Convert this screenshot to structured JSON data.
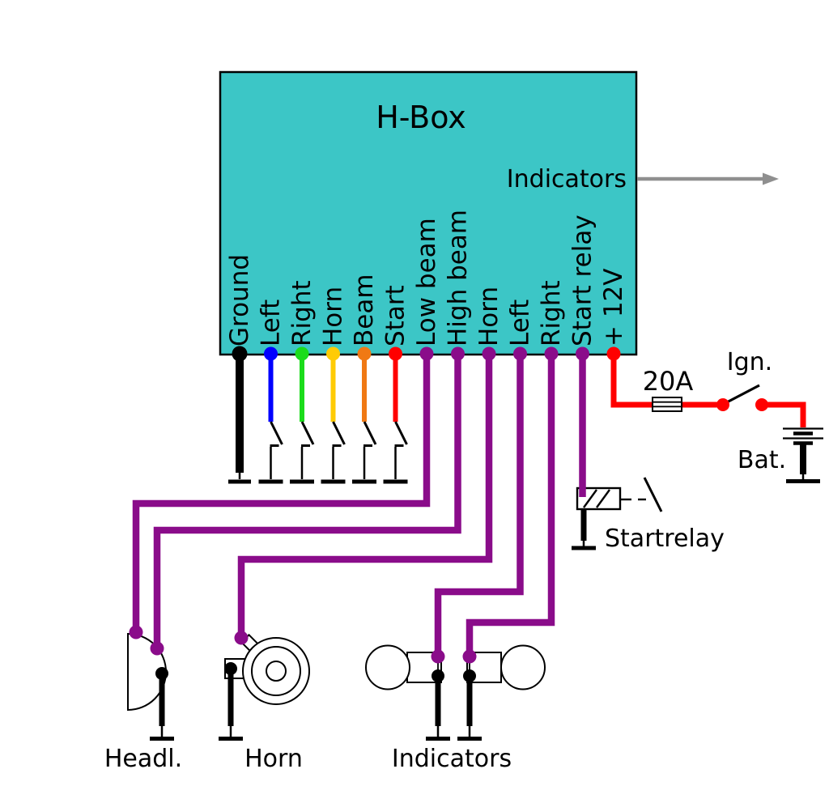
{
  "diagram": {
    "title": "H-Box",
    "box_output_label": "Indicators",
    "pins": [
      {
        "label": "Ground",
        "color": "#000000",
        "connection": "ground"
      },
      {
        "label": "Left",
        "color": "#0000ff",
        "connection": "switch"
      },
      {
        "label": "Right",
        "color": "#1bdc1b",
        "connection": "switch"
      },
      {
        "label": "Horn",
        "color": "#ffcb05",
        "connection": "switch"
      },
      {
        "label": "Beam",
        "color": "#f07914",
        "connection": "switch"
      },
      {
        "label": "Start",
        "color": "#ff0000",
        "connection": "switch"
      },
      {
        "label": "Low beam",
        "color": "#8a0c8a",
        "connection": "route"
      },
      {
        "label": "High beam",
        "color": "#8a0c8a",
        "connection": "route"
      },
      {
        "label": "Horn",
        "color": "#8a0c8a",
        "connection": "route"
      },
      {
        "label": "Left",
        "color": "#8a0c8a",
        "connection": "route"
      },
      {
        "label": "Right",
        "color": "#8a0c8a",
        "connection": "route"
      },
      {
        "label": "Start relay",
        "color": "#8a0c8a",
        "connection": "route"
      },
      {
        "label": "+ 12V",
        "color": "#ff0000",
        "connection": "route"
      }
    ],
    "labels": {
      "fuse_rating": "20A",
      "ignition": "Ign.",
      "battery": "Bat.",
      "start_relay": "Startrelay",
      "headlight": "Headl.",
      "horn": "Horn",
      "indicators": "Indicators"
    },
    "colors": {
      "box_fill": "#3cc6c6",
      "wire_purple": "#8a0c8a",
      "wire_red": "#ff0000",
      "arrow_gray": "#8f8f8f"
    }
  }
}
